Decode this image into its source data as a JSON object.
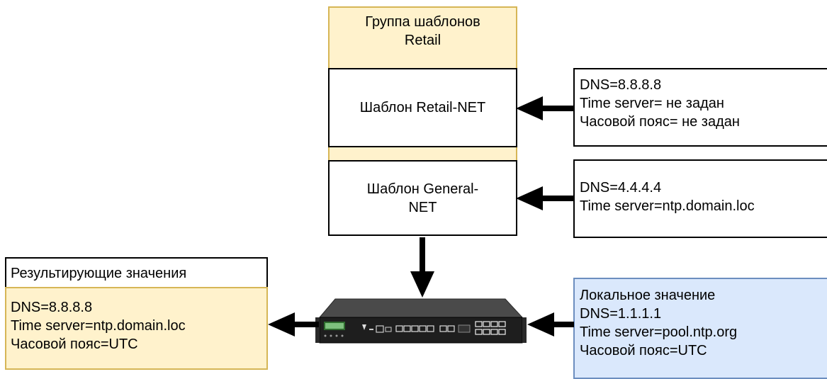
{
  "group": {
    "title_line1": "Группа шаблонов",
    "title_line2": "Retail"
  },
  "templates": {
    "retail": "Шаблон Retail-NET",
    "general_line1": "Шаблон General-",
    "general_line2": "NET"
  },
  "retail_settings": {
    "lines": [
      "DNS=8.8.8.8",
      "Time server= не задан",
      "Часовой пояс= не задан"
    ]
  },
  "general_settings": {
    "lines": [
      "DNS=4.4.4.4",
      "Time server=ntp.domain.loc"
    ]
  },
  "result": {
    "header": "Результирующие значения",
    "lines": [
      "DNS=8.8.8.8",
      "Time server=ntp.domain.loc",
      "Часовой пояс=UTC"
    ]
  },
  "local": {
    "lines": [
      "Локальное значение",
      "DNS=1.1.1.1",
      "Time server=pool.ntp.org",
      "Часовой пояс=UTC"
    ]
  },
  "device": {
    "lcd_text": ">",
    "icon": "network-router"
  },
  "colors": {
    "yellow_fill": "#fff2cc",
    "yellow_border": "#d6b656",
    "blue_fill": "#dae8fc",
    "blue_border": "#6c8ebf"
  }
}
